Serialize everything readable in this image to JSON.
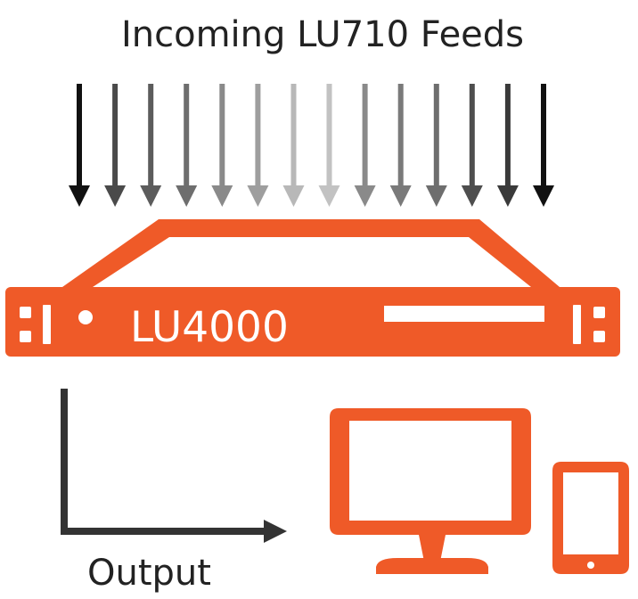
{
  "title": "Incoming LU710 Feeds",
  "device": {
    "label": "LU4000"
  },
  "output": {
    "label": "Output"
  },
  "colors": {
    "accent": "#EF5A28",
    "dark": "#333333",
    "background": "#FFFFFF",
    "text": "#222222",
    "white": "#FFFFFF"
  },
  "feeds": {
    "count": 14,
    "arrow_colors": [
      "#111111",
      "#4A4A4A",
      "#5C5C5C",
      "#6E6E6E",
      "#8A8A8A",
      "#9E9E9E",
      "#B8B8B8",
      "#C2C2C2",
      "#8A8A8A",
      "#7A7A7A",
      "#6E6E6E",
      "#4E4E4E",
      "#3A3A3A",
      "#111111"
    ]
  },
  "icons": {
    "monitor": "desktop-monitor-icon",
    "tablet": "tablet-icon",
    "arrow": "down-arrow-icon"
  }
}
